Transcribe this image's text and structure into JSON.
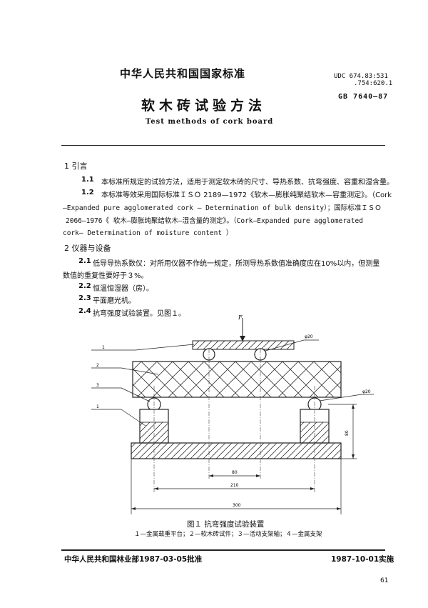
{
  "header": {
    "standard_name": "中华人民共和国国家标准",
    "udc_line1": "UDC 674.83:531",
    "udc_line2": ".754:620.1",
    "gb_code": "GB 7640—87"
  },
  "title": {
    "chinese": "软木砖试验方法",
    "english": "Test methods of cork board"
  },
  "section1": {
    "heading": "1  引言",
    "p1_num": "1.1",
    "p1": "本标准所规定的试验方法，适用于测定软木砖的尺寸、导热系数、抗弯强度、容重和湿含量。",
    "p2_num": "1.2",
    "p2_line1": "本标准等效采用国际标准ＩＳＯ 2189—1972《软木—膨胀纯聚结软木—容重测定》。（Cork",
    "p2_line2": "—Expanded pure agglomerated cork — Determination of bulk density）；国际标准ＩＳＯ",
    "p2_line3": "2066—1976《 软木—膨胀纯聚结软木—湿含量的测定》。（Cork—Expanded pure agglomerated",
    "p2_line4": "cork— Determination of moisture content ）"
  },
  "section2": {
    "heading": "2  仪器与设备",
    "i1_num": "2.1",
    "i1_line1": "低导导热系数仪：对所用仪器不作统一规定，所测导热系数值准确度应在10%以内，但测量",
    "i1_line2": "数值的重复性要好于３%。",
    "i2_num": "2.2",
    "i2": "恒温恒湿器（房）。",
    "i3_num": "2.3",
    "i3": "平面磨光机。",
    "i4_num": "2.4",
    "i4": "抗弯强度试验装置。见图１。"
  },
  "figure": {
    "force_label": "F",
    "callout_1_top": "1",
    "callout_2": "2",
    "callout_3": "3",
    "callout_1_bottom": "1",
    "dia_top": "φ20",
    "dia_right": "φ20",
    "dim_height": "80",
    "dim_80": "80",
    "dim_210": "210",
    "dim_300": "300",
    "caption": "图１  抗弯强度试验装置",
    "legend": "１—金属载重平台；２—软木砖试件；３—活动支架轴；４—金属支架"
  },
  "footer": {
    "approval": "中华人民共和国林业部1987-03-05批准",
    "effective": "1987-10-01实施",
    "page_number": "61"
  }
}
